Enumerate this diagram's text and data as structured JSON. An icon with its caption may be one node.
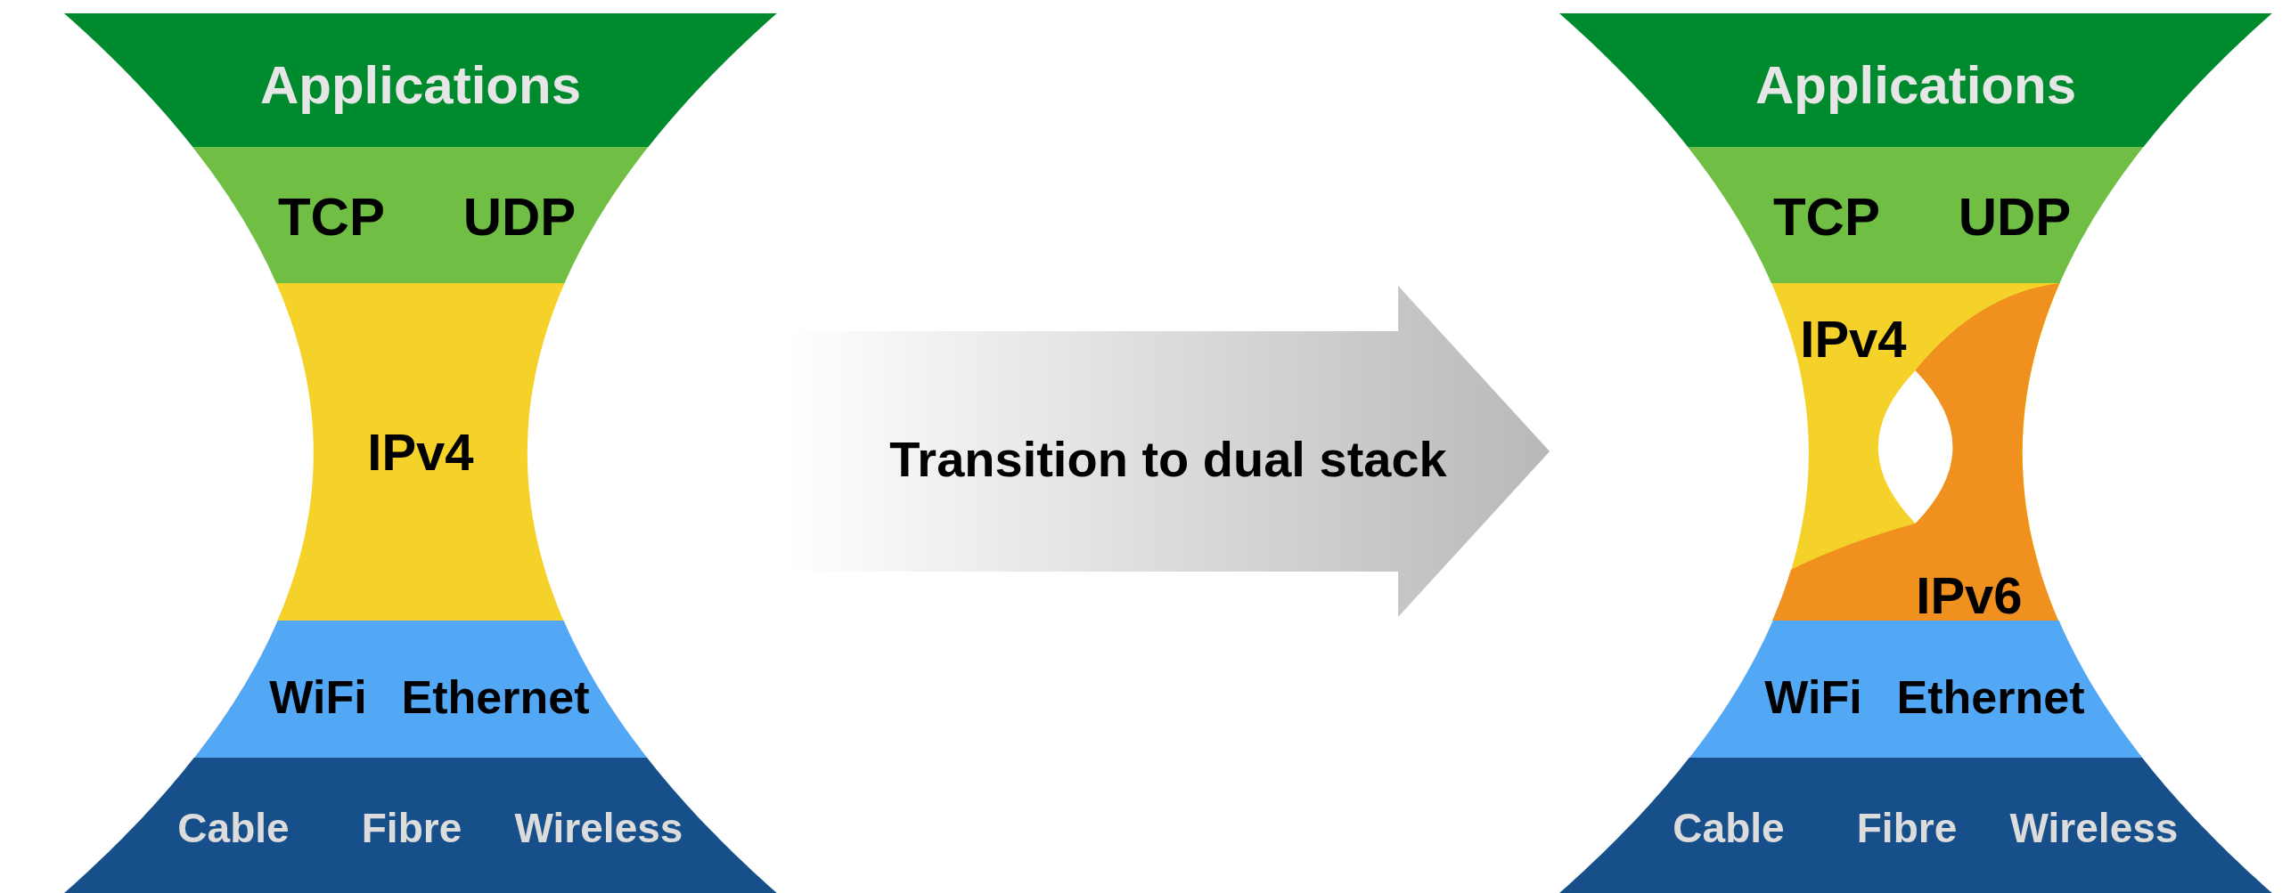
{
  "diagram": {
    "nodes": [
      {
        "text": [],
        "shape": "hourglass"
      },
      {
        "text": [
          "Applications"
        ],
        "in": 0
      },
      {
        "text": [
          "TCP",
          "UDP"
        ],
        "in": 0
      },
      {
        "text": [
          "IPv4"
        ],
        "in": 0
      },
      {
        "text": [
          "WiFi",
          "Ethernet"
        ],
        "in": 0
      },
      {
        "text": [
          "Cable",
          "Fibre",
          "Wireless"
        ],
        "in": 0
      },
      {
        "text": [],
        "shape": "hourglass"
      },
      {
        "text": [
          "Applications"
        ],
        "in": 6
      },
      {
        "text": [
          "TCP",
          "UDP"
        ],
        "in": 6
      },
      {
        "text": [
          "IPv4"
        ],
        "in": 6
      },
      {
        "text": [
          "IPv6"
        ],
        "in": 6
      },
      {
        "text": [
          "WiFi",
          "Ethernet"
        ],
        "in": 6
      },
      {
        "text": [
          "Cable",
          "Fibre",
          "Wireless"
        ],
        "in": 6
      }
    ],
    "edges": [
      {
        "from": 0,
        "to": 6,
        "arrow": "to",
        "label": "Transition to dual stack"
      }
    ]
  }
}
